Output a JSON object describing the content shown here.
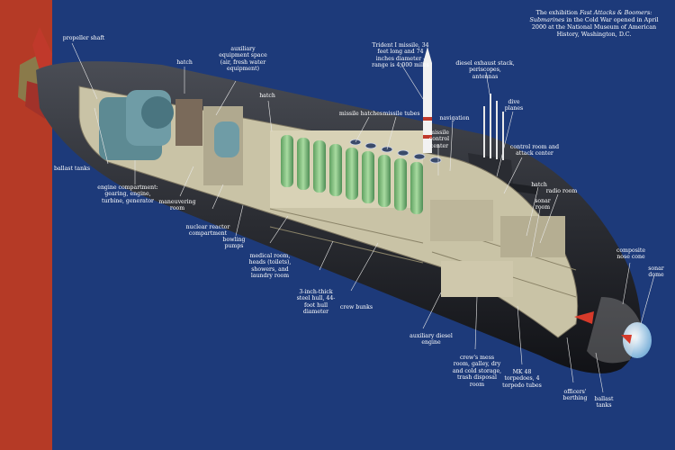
{
  "caption": {
    "prefix": "The exhibition ",
    "title": "Fast Attacks & Boomers: Submarines",
    "rest": " in the Cold War opened in April 2000 at the National Museum of American History, Washington, D.C."
  },
  "labels": {
    "propeller_shaft": "propeller shaft",
    "hatch_stern": "hatch",
    "auxiliary_equipment": "auxiliary equipment space (air, fresh water equipment)",
    "hatch_mid": "hatch",
    "trident_missile": "Trident I missile, 34 feet long and 74 inches diameter - range is 4,000 miles",
    "diesel_exhaust": "diesel exhaust stack, periscopes, antennas",
    "dive_planes": "dive planes",
    "missile_hatches": "missile hatches",
    "missile_tubes": "missile tubes",
    "navigation": "navigation",
    "missile_control_center": "missile control center",
    "control_room": "control room and attack center",
    "hatch_bow": "hatch",
    "radio_room": "radio room",
    "sonar_room": "sonar room",
    "ballast_tanks_stern": "ballast tanks",
    "engine_compartment": "engine compartment: gearing, engine, turbine, generator",
    "maneuvering_room": "maneuvering room",
    "nuclear_reactor": "nuclear reactor compartment",
    "bowling_pumps": "bowling pumps",
    "medical_room": "medical room, heads (toilets), showers, and laundry room",
    "steel_hull": "3-inch-thick steel hull, 44-foot hull diameter",
    "crew_bunks": "crew bunks",
    "auxiliary_diesel": "auxiliary diesel engine",
    "crews_mess": "crew's mess room, galley, dry and cold storage, trash disposal room",
    "torpedoes": "MK 48 torpedoes, 4 torpedo tubes",
    "officers_berthing": "officers' berthing",
    "ballast_tanks_bow": "ballast tanks",
    "composite_nose_cone": "composite nose cone",
    "sonar_dome": "sonar dome"
  },
  "colors": {
    "background": "#1d3a7a",
    "stripe": "#b53a26",
    "hull": "#2b2d33",
    "interior": "#c9c3a6",
    "missile_tubes": "#8fc48a",
    "machinery": "#5d8a93"
  }
}
